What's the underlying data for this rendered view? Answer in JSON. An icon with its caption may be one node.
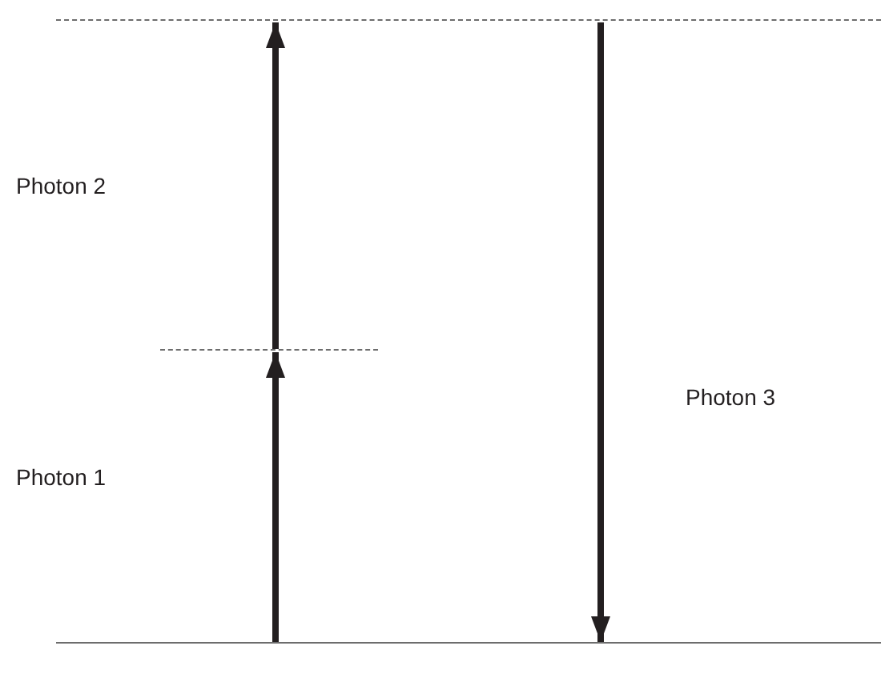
{
  "diagram": {
    "nodes": [
      {
        "text": [],
        "shape": "bar"
      },
      {
        "text": [],
        "shape": "bar"
      },
      {
        "text": [],
        "shape": "bar"
      }
    ],
    "edges": [
      {
        "from": 2,
        "to": 1,
        "arrow": "to"
      },
      {
        "from": 1,
        "to": 0,
        "arrow": "to"
      },
      {
        "from": 0,
        "to": 2,
        "arrow": "to"
      }
    ],
    "labels": [
      "Photon 2",
      "Photon 3",
      "Photon 1"
    ]
  }
}
